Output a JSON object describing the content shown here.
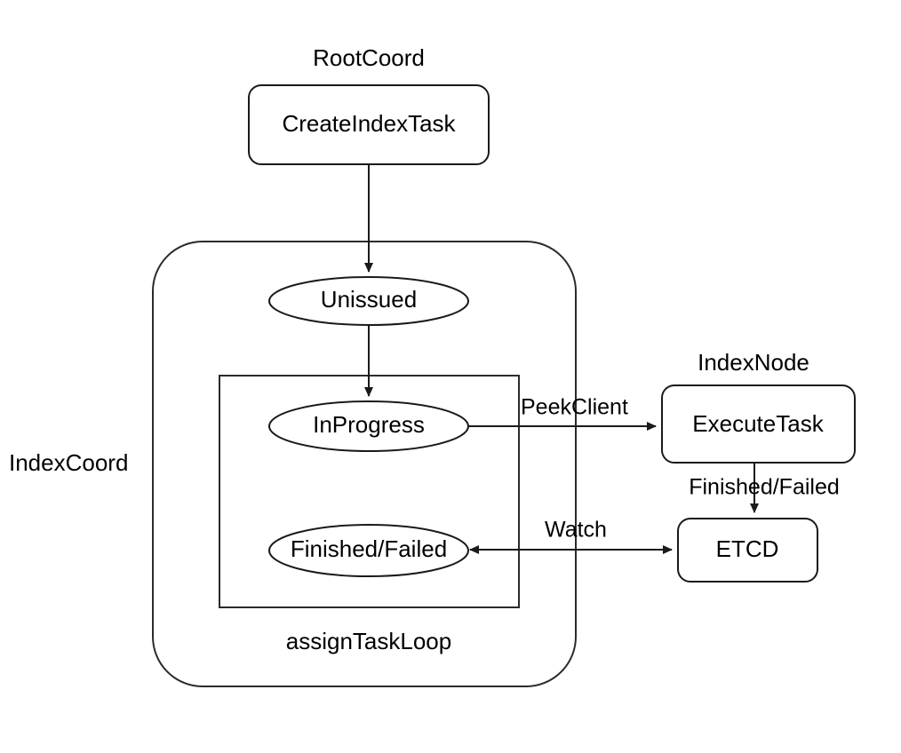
{
  "diagram": {
    "type": "flowchart",
    "title_visible": false,
    "background_color": "#ffffff",
    "stroke_color": "#1a1a1a",
    "group_stroke_color": "#2b2b2b",
    "text_color": "#000000",
    "groups": [
      {
        "id": "rootcoord",
        "label": "RootCoord",
        "shape": "label-only"
      },
      {
        "id": "indexcoord",
        "label": "IndexCoord",
        "shape": "rounded-rect"
      },
      {
        "id": "assigntaskloop",
        "label": "assignTaskLoop",
        "shape": "rect"
      },
      {
        "id": "indexnode",
        "label": "IndexNode",
        "shape": "label-only"
      }
    ],
    "nodes": [
      {
        "id": "create-index-task",
        "label": "CreateIndexTask",
        "shape": "rounded-rect",
        "group": "rootcoord"
      },
      {
        "id": "unissued",
        "label": "Unissued",
        "shape": "ellipse",
        "group": "indexcoord"
      },
      {
        "id": "inprogress",
        "label": "InProgress",
        "shape": "ellipse",
        "group": "assigntaskloop"
      },
      {
        "id": "finished-failed",
        "label": "Finished/Failed",
        "shape": "ellipse",
        "group": "assigntaskloop"
      },
      {
        "id": "execute-task",
        "label": "ExecuteTask",
        "shape": "rounded-rect",
        "group": "indexnode"
      },
      {
        "id": "etcd",
        "label": "ETCD",
        "shape": "rounded-rect",
        "group": "indexnode"
      }
    ],
    "edges": [
      {
        "id": "e1",
        "from": "create-index-task",
        "to": "unissued",
        "label": "",
        "arrow": "single"
      },
      {
        "id": "e2",
        "from": "unissued",
        "to": "inprogress",
        "label": "",
        "arrow": "single"
      },
      {
        "id": "e3",
        "from": "inprogress",
        "to": "execute-task",
        "label": "PeekClient",
        "arrow": "single"
      },
      {
        "id": "e4",
        "from": "execute-task",
        "to": "etcd",
        "label": "Finished/Failed",
        "arrow": "single"
      },
      {
        "id": "e5",
        "from": "etcd",
        "to": "finished-failed",
        "label": "Watch",
        "arrow": "double"
      }
    ]
  }
}
